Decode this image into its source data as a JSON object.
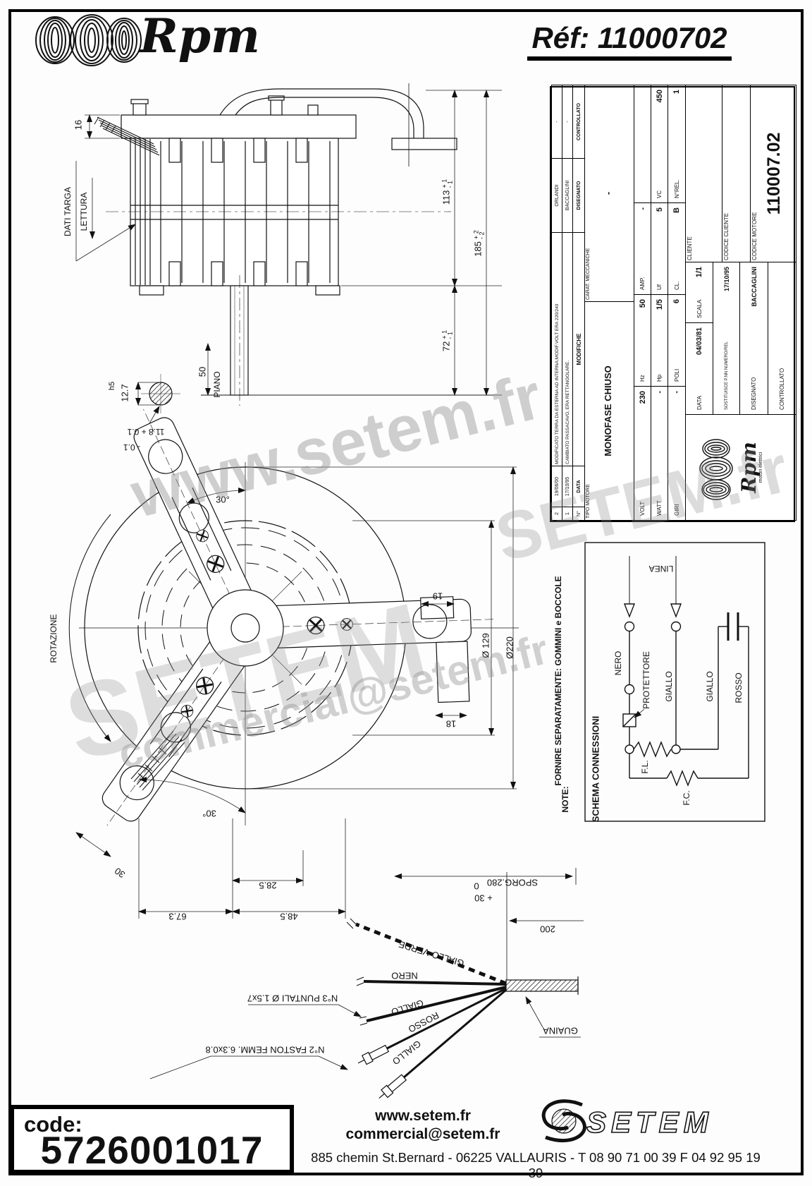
{
  "header": {
    "brand": "Rpm",
    "ref": "Réf:  11000702"
  },
  "watermarks": {
    "w1": "www.setem.fr",
    "w2": "SETEM",
    "w3": "commercial@setem.fr",
    "w4": "SETEM.fr"
  },
  "side_view": {
    "d16": "16",
    "dati_targa": "DATI TARGA",
    "lettura": "LETTURA",
    "d113": "113",
    "d113_plus": "+ 1",
    "d113_minus": "- 1",
    "d185": "185",
    "d185_plus": "+ 2",
    "d185_minus": "- 2",
    "d72": "72",
    "d72_plus": "+ 1",
    "d72_minus": "- 1",
    "d50": "50",
    "piano": "PIANO",
    "h5": "h5",
    "d127": "12.7",
    "d118": "11.8 + 0.1",
    "d118_minus": "- 0.1"
  },
  "front_view": {
    "rotazione": "ROTAZIONE",
    "a30_top": "30°",
    "a30_bottom": "30°",
    "d30": "30",
    "d129": "Ø 129",
    "d220": "Ø220",
    "d19": "19",
    "d18": "18",
    "d673": "67.3",
    "d485": "48.5",
    "d285": "28.5"
  },
  "fanout": {
    "sporg": "SPORG.280",
    "sporg_zero": "0",
    "sporg_plus": "+ 30",
    "d200": "200",
    "guaina": "GUAINA",
    "giallo_verde": "GIALLO-VERDE",
    "nero": "NERO",
    "giallo1": "GIALLO",
    "rosso": "ROSSO",
    "giallo2": "GIALLO",
    "puntali": "N°3 PUNTALI Ø 1.5x7",
    "faston": "N°2 FASTON FEMM. 6.3x0.8"
  },
  "schema": {
    "note_label": "NOTE:",
    "note_text": "FORNIRE SEPARATAMENTE: GOMMINI e BOCCOLE",
    "title": "SCHEMA CONNESSIONI",
    "linea": "LINEA",
    "nero": "NERO",
    "protettore": "PROTETTORE",
    "giallo1": "GIALLO",
    "giallo2": "GIALLO",
    "rosso": "ROSSO",
    "fl": "F.L.",
    "fc": "F.C."
  },
  "titleblock": {
    "rev_header": {
      "n": "N°",
      "date": "DATA",
      "desc": "MODIFICHE",
      "drawn": "DISEGNATO",
      "checked": "CONTROLLATO"
    },
    "revisions": [
      {
        "n": "2",
        "date": "19/06/00",
        "desc": "MODIFICATO TERRA DA ESTERNA AD INTERNA;MODIF.VOLT ERA 220/240",
        "drawn": "ORLANDI",
        "checked": "-"
      },
      {
        "n": "1",
        "date": "17/10/95",
        "desc": "CAMBIATO PASSACAVO, ERA RETTANGOLARE.",
        "drawn": "BACCAGLINI",
        "checked": "-"
      }
    ],
    "tipo_motore_label": "TIPO MOTORE",
    "tipo_motore": "MONOFASE CHIUSO",
    "carat_label": "CARAT. MECCANICHE",
    "carat": "-",
    "grid": {
      "volt_label": "VOLT",
      "volt": "230",
      "hz_label": "Hz",
      "hz": "50",
      "amp_label": "AMP.",
      "amp": "-",
      "watt_label": "WATT",
      "watt": "-",
      "hp_label": "Hp",
      "hp": "1/5",
      "uf_label": "Uf",
      "uf": "5",
      "vc_label": "VC",
      "vc": "450",
      "giri_label": "GIRI",
      "giri": "-",
      "poli_label": "POLI",
      "poli": "6",
      "cl_label": "CL.",
      "cl": "B",
      "nrel_label": "N°REL.",
      "nrel": "1"
    },
    "logo": {
      "brand": "Rpm",
      "sub": "motori elettrici"
    },
    "data_label": "DATA",
    "data": "04/03/81",
    "scala_label": "SCALA",
    "scala": "1/1",
    "sost_label": "SOSTITUISCE P.NN NUMERO/REL",
    "sost": "17/10/95",
    "disegnato_label": "DISEGNATO",
    "disegnato": "BACCAGLINI",
    "controllato_label": "CONTROLLATO",
    "controllato": "",
    "cliente_label": "CLIENTE",
    "codice_cliente_label": "CODICE CLIENTE",
    "codice_motore_label": "CODICE MOTORE",
    "codice_motore": "110007.02"
  },
  "footer": {
    "code_label": "code:",
    "code": "5726001017",
    "site": "www.setem.fr",
    "email": "commercial@setem.fr",
    "address": "885 chemin St.Bernard  -  06225 VALLAURIS  -  T 08 90 71 00 39   F 04 92 95 19 39",
    "brand": "SETEM"
  }
}
